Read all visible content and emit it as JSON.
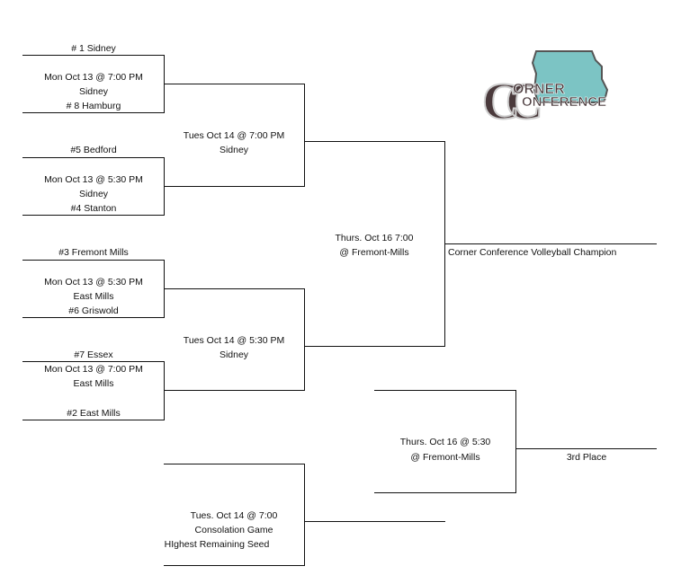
{
  "round1": {
    "g1": {
      "top_team": "# 1 Sidney",
      "time": "Mon Oct 13 @ 7:00 PM",
      "site": "Sidney",
      "bottom_team": "# 8 Hamburg"
    },
    "g2": {
      "top_team": "#5 Bedford",
      "time": "Mon Oct 13 @ 5:30 PM",
      "site": "Sidney",
      "bottom_team": "#4 Stanton"
    },
    "g3": {
      "top_team": "#3 Fremont Mills",
      "time": "Mon Oct 13 @ 5:30 PM",
      "site": "East Mills",
      "bottom_team": "#6 Griswold"
    },
    "g4": {
      "top_team": "#7 Essex",
      "time": "Mon Oct 13 @ 7:00 PM",
      "site": "East Mills",
      "bottom_team": "#2 East Mills"
    }
  },
  "semis": {
    "s1": {
      "time": "Tues Oct 14 @ 7:00 PM",
      "site": "Sidney"
    },
    "s2": {
      "time": "Tues Oct 14 @ 5:30 PM",
      "site": "Sidney"
    }
  },
  "final": {
    "time": "Thurs. Oct 16  7:00",
    "site": "@ Fremont-Mills",
    "winner_label": "Corner Conference Volleyball Champion"
  },
  "third": {
    "time": "Thurs. Oct 16 @ 5:30",
    "site": "@ Fremont-Mills",
    "winner_label": "3rd Place"
  },
  "consolation": {
    "time": "Tues. Oct 14 @ 7:00",
    "name": "Consolation Game",
    "note": "HIghest Remaining Seed"
  },
  "logo": {
    "line1": "ORNER",
    "line2": "ONFERENCE",
    "monogram": "CC",
    "state_color": "#7cc4c4",
    "dark": "#4a3a3c",
    "light": "#d8d8d8"
  }
}
